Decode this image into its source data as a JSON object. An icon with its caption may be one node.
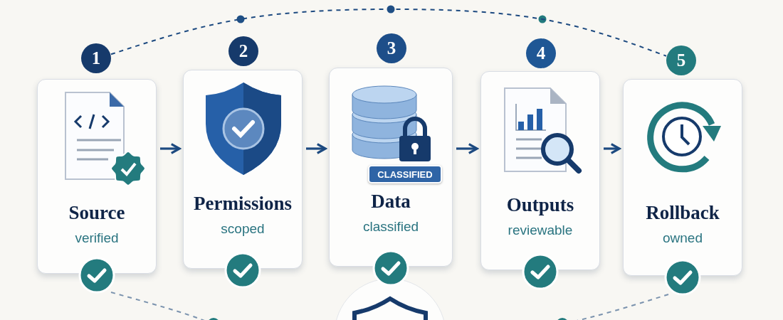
{
  "diagram": {
    "nodes": [
      {
        "text": [
          "1"
        ]
      },
      {
        "text": [
          "2"
        ]
      },
      {
        "text": [
          "3"
        ]
      },
      {
        "text": [
          "4"
        ]
      },
      {
        "text": [
          "5"
        ]
      },
      {
        "text": [
          "Source",
          "verified"
        ]
      },
      {
        "text": [
          "Permissions",
          "scoped"
        ]
      },
      {
        "text": [
          "Data",
          "classified"
        ]
      },
      {
        "text": [
          "Outputs",
          "reviewable"
        ]
      },
      {
        "text": [
          "Rollback",
          "owned"
        ]
      },
      {
        "text": [
          "CLASSIFIED"
        ],
        "in": 7
      }
    ],
    "edges": [
      {
        "from": 5,
        "to": 6,
        "arrow": "to"
      },
      {
        "from": 6,
        "to": 7,
        "arrow": "to"
      },
      {
        "from": 7,
        "to": 8,
        "arrow": "to"
      },
      {
        "from": 8,
        "to": 9,
        "arrow": "to"
      },
      {
        "from": 0,
        "to": 4,
        "arrow": "none",
        "style": "dashed"
      },
      {
        "from": 5,
        "to": null,
        "arrow": "none",
        "style": "dashed",
        "color": "#7b93ae"
      },
      {
        "from": 9,
        "to": null,
        "arrow": "none",
        "style": "dashed",
        "color": "#7b93ae"
      }
    ]
  }
}
